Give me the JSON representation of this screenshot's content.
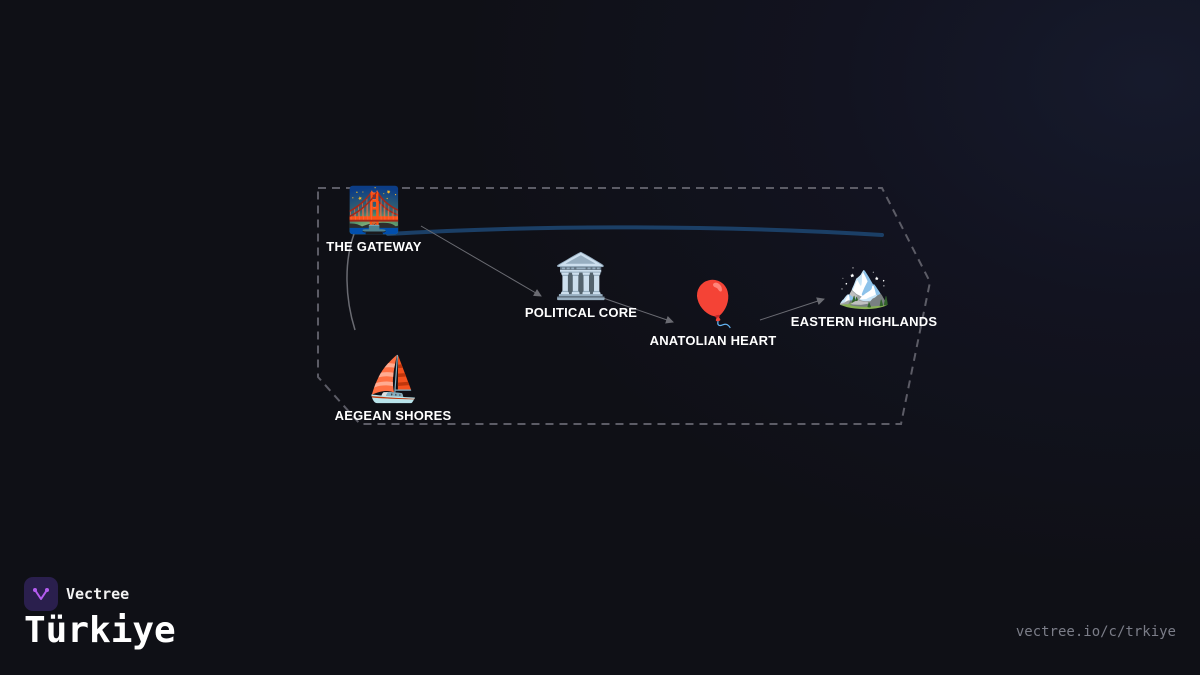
{
  "map": {
    "nodes": [
      {
        "id": "gateway",
        "label": "THE GATEWAY",
        "icon": "bridge-at-night-icon",
        "glyph": "🌉"
      },
      {
        "id": "political",
        "label": "POLITICAL CORE",
        "icon": "classical-building-icon",
        "glyph": "🏛️"
      },
      {
        "id": "anatolian",
        "label": "ANATOLIAN HEART",
        "icon": "balloon-icon",
        "glyph": "🎈"
      },
      {
        "id": "eastern",
        "label": "EASTERN HIGHLANDS",
        "icon": "snow-capped-mountain-icon",
        "glyph": "🏔️"
      },
      {
        "id": "aegean",
        "label": "AEGEAN SHORES",
        "icon": "sailboat-icon",
        "glyph": "⛵"
      }
    ],
    "connections": [
      {
        "from": "gateway",
        "to": "political"
      },
      {
        "from": "political",
        "to": "anatolian"
      },
      {
        "from": "anatolian",
        "to": "eastern"
      },
      {
        "from": "gateway",
        "to": "aegean"
      }
    ],
    "colors": {
      "outline": "#5c5c66",
      "route": "#1b3f66",
      "arrow": "#6a6b72"
    }
  },
  "brand": {
    "name": "Vectree",
    "logo_icon": "vectree-logo-icon",
    "accent": "#b45cf0"
  },
  "country_name": "Türkiye",
  "url": "vectree.io/c/trkiye",
  "background": "#0f1016"
}
